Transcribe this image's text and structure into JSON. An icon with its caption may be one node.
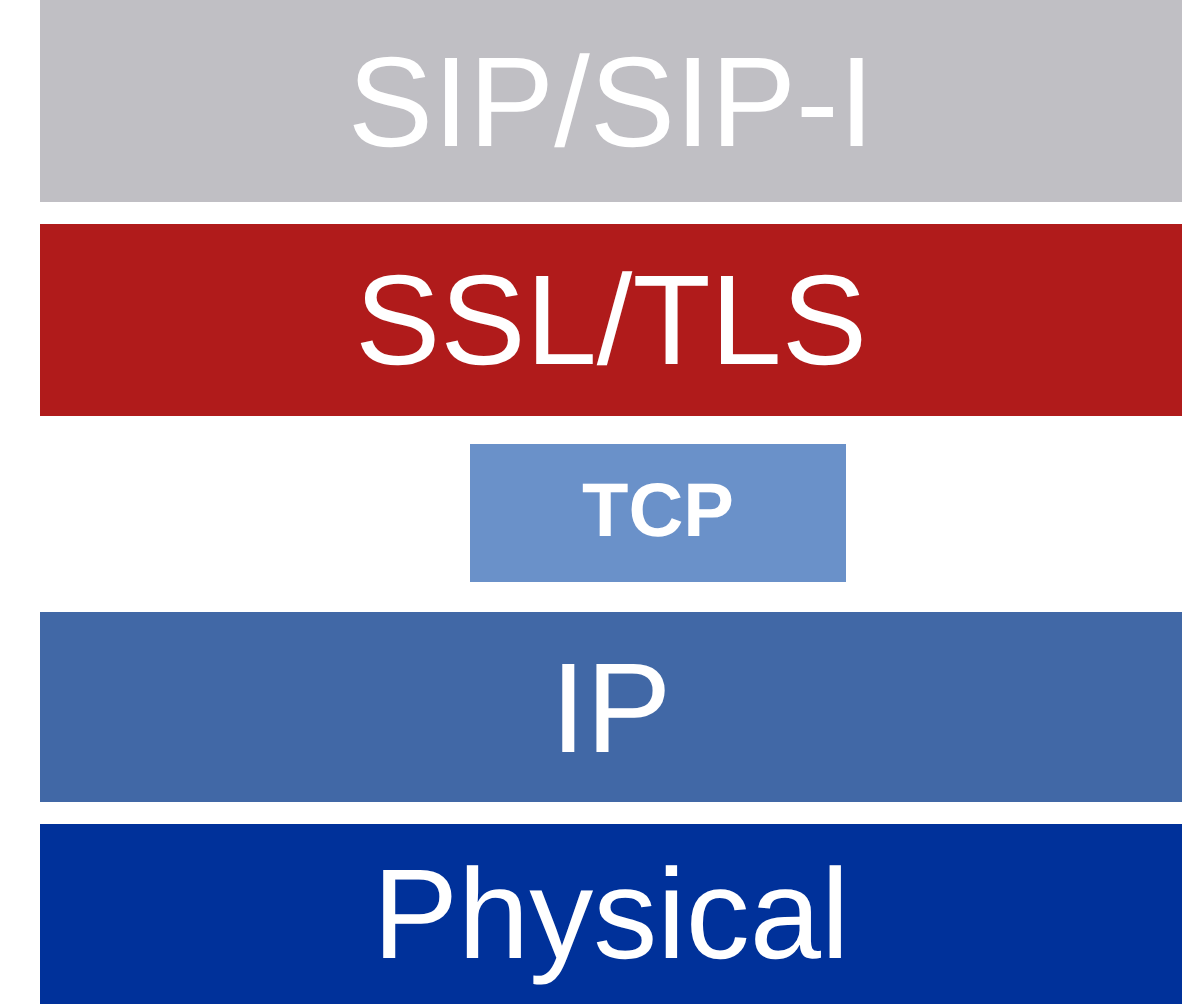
{
  "diagram": {
    "nodes": [
      {
        "text": [
          "SIP/SIP-I"
        ]
      },
      {
        "text": [
          "SSL/TLS"
        ]
      },
      {
        "text": [
          "TCP"
        ]
      },
      {
        "text": [
          "IP"
        ]
      },
      {
        "text": [
          "Physical"
        ]
      }
    ]
  }
}
